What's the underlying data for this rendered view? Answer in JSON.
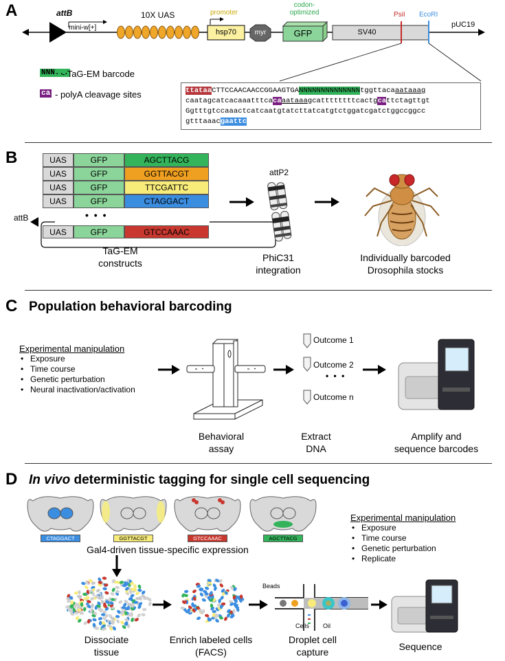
{
  "panel_a": {
    "letter": "A",
    "labels": {
      "attb": "attB",
      "miniw": "mini-w[+]",
      "uas": "10X UAS",
      "promoter": "promoter",
      "hsp70": "hsp70",
      "myr": "myr",
      "codon": "codon-\noptimized",
      "gfp": "GFP",
      "sv40": "SV40",
      "psil": "PsiI",
      "ecori": "EcoRI",
      "puc19": "pUC19"
    },
    "legend": {
      "barcode_swatch": "NNN",
      "barcode_text": "- TaG-EM barcode",
      "polya_swatch": "ca",
      "polya_text": "- polyA cleavage sites"
    },
    "sequence": {
      "l1_red": "ttataa",
      "l1_a": "CTTCCAACAACCGGAAGTGA",
      "l1_green": "NNNNNNNNNNNNNN",
      "l1_b": "tggttaca",
      "l1_ul": "aataaag",
      "l2_a": "caatagcatcacaaatttca",
      "l2_purple": "ca",
      "l2_ul": "aataaa",
      "l2_b": "gcattttttttcactg",
      "l2_purple2": "ca",
      "l2_c": "ttctagttgt",
      "l3": "Ggtttgtccaaactcatcaatgtatcttatcatgtctggatcgatctggccggcc",
      "l4_a": "gtttaaac",
      "l4_blue": "gaattc"
    }
  },
  "panel_b": {
    "letter": "B",
    "rows": [
      {
        "uas": "UAS",
        "gfp": "GFP",
        "barcode": "AGCTTACG",
        "color": "#33b35a"
      },
      {
        "uas": "UAS",
        "gfp": "GFP",
        "barcode": "GGTTACGT",
        "color": "#f0a020"
      },
      {
        "uas": "UAS",
        "gfp": "GFP",
        "barcode": "TTCGATTC",
        "color": "#f7ec7a"
      },
      {
        "uas": "UAS",
        "gfp": "GFP",
        "barcode": "CTAGGACT",
        "color": "#3b8de0"
      }
    ],
    "dots": "• • •",
    "last": {
      "uas": "UAS",
      "gfp": "GFP",
      "barcode": "GTCCAAAC",
      "color": "#c8382f"
    },
    "attb": "attB",
    "attp2": "attP2",
    "caption_constructs": "TaG-EM\nconstructs",
    "caption_integration": "PhiC31\nintegration",
    "caption_stocks": "Individually barcoded\nDrosophila stocks"
  },
  "panel_c": {
    "letter": "C",
    "title": "Population behavioral barcoding",
    "manip_header": "Experimental manipulation",
    "manip_items": [
      "Exposure",
      "Time course",
      "Genetic perturbation",
      "Neural inactivation/activation"
    ],
    "outcomes": [
      "Outcome 1",
      "Outcome 2",
      "Outcome n"
    ],
    "dots": "• • •",
    "caption_assay": "Behavioral\nassay",
    "caption_extract": "Extract\nDNA",
    "caption_amplify": "Amplify and\nsequence barcodes"
  },
  "panel_d": {
    "letter": "D",
    "title_italic": "In vivo",
    "title_rest": " deterministic tagging for single cell sequencing",
    "brain_tags": [
      {
        "label": "CTAGGACT",
        "color": "#3b8de0"
      },
      {
        "label": "GGTTACGT",
        "color": "#f7ec7a"
      },
      {
        "label": "GTCCAAAC",
        "color": "#c8382f"
      },
      {
        "label": "AGCTTACG",
        "color": "#33b35a"
      }
    ],
    "gal4_caption": "Gal4-driven tissue-specific expression",
    "manip_header": "Experimental manipulation",
    "manip_items": [
      "Exposure",
      "Time course",
      "Genetic perturbation",
      "Replicate"
    ],
    "beads": "Beads",
    "cells": "Cells",
    "oil": "Oil",
    "caption_dissociate": "Dissociate\ntissue",
    "caption_enrich": "Enrich labeled cells\n(FACS)",
    "caption_droplet": "Droplet cell\ncapture",
    "caption_sequence": "Sequence"
  }
}
